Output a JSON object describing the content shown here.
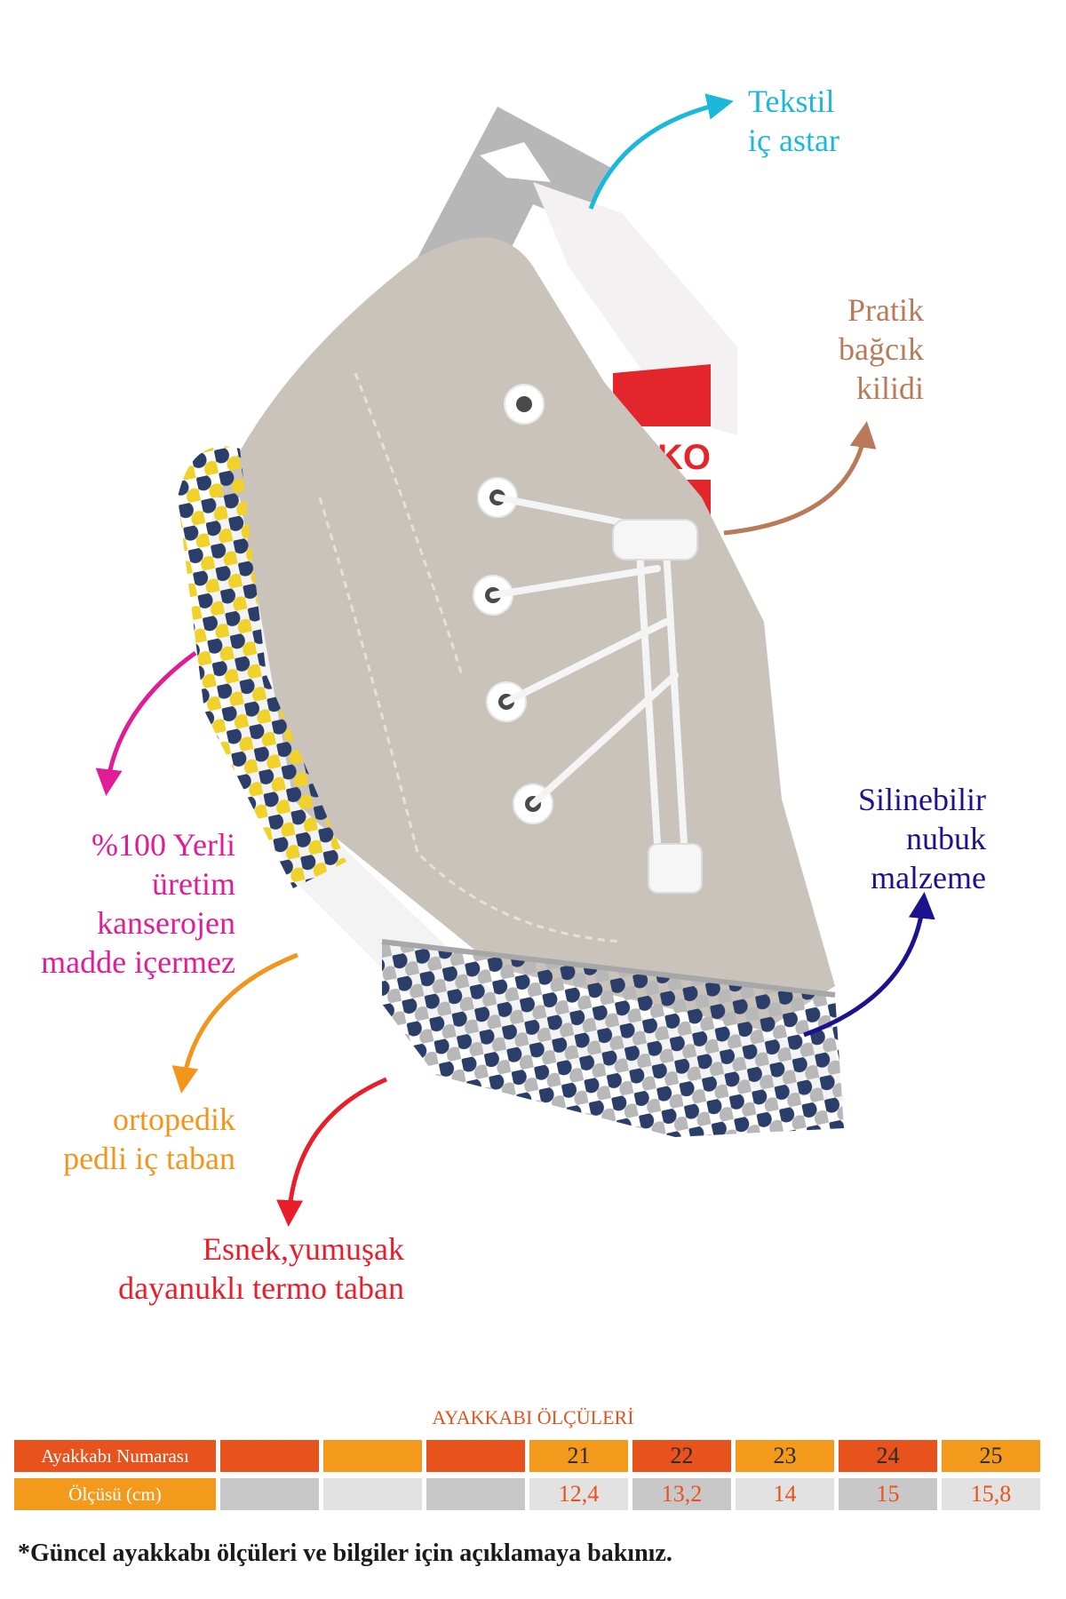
{
  "callouts": {
    "textile_lining": [
      "Tekstil",
      "iç astar"
    ],
    "lace_lock": [
      "Pratik",
      "bağcık",
      "kilidi"
    ],
    "local_production": [
      "%100 Yerli üretim",
      "kanserojen",
      "madde içermez"
    ],
    "nubuck": [
      "Silinebilir",
      "nubuk",
      "malzeme"
    ],
    "orthopedic": [
      "ortopedik",
      "pedli iç taban"
    ],
    "sole": [
      "Esnek,yumuşak",
      "dayanuklı termo taban"
    ]
  },
  "brand_logo_text": "KIKO",
  "size_chart": {
    "title": "AYAKKABI ÖLÇÜLERİ",
    "row_labels": [
      "Ayakkabı Numarası",
      "Ölçüsü (cm)"
    ],
    "sizes": [
      "",
      "",
      "",
      "21",
      "22",
      "23",
      "24",
      "25"
    ],
    "measures": [
      "",
      "",
      "",
      "12,4",
      "13,2",
      "14",
      "15",
      "15,8"
    ]
  },
  "footnote": "*Güncel ayakkabı ölçüleri ve bilgiler için açıklamaya bakınız.",
  "colors": {
    "cyan": "#1bb8dc",
    "brown": "#b87a58",
    "magenta": "#e01c96",
    "navy": "#1c1290",
    "orange": "#f1951d",
    "red": "#e81f2b",
    "table_dark_orange": "#e8521d",
    "table_orange": "#f39a1d",
    "table_gray_dark": "#c8c8c8",
    "table_gray_light": "#e2e2e2",
    "shoe_suede": "#c9c3bc",
    "sole_navy": "#2b3e6a",
    "sole_yellow": "#f1d22a"
  }
}
